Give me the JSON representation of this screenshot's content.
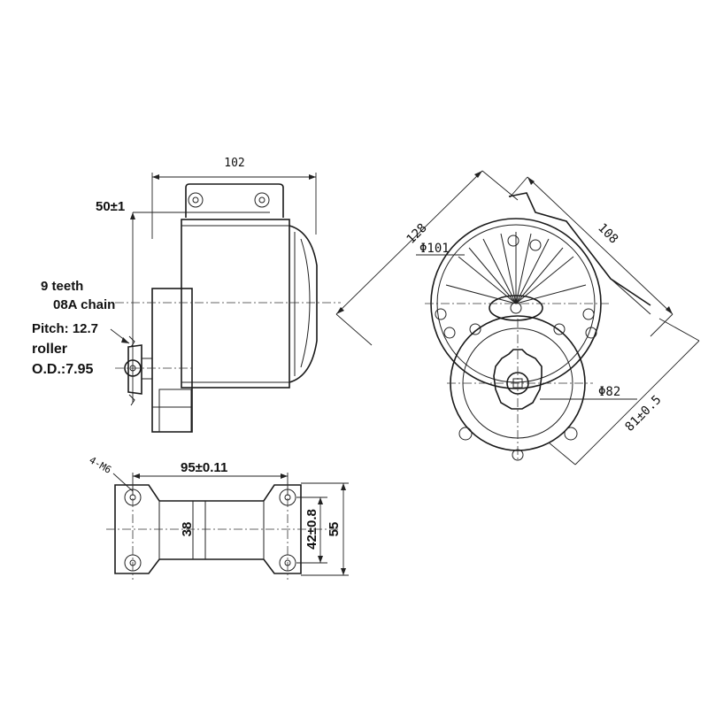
{
  "labels": {
    "dim_102": "102",
    "dim_50": "50±1",
    "teeth": "9 teeth",
    "chain": "08A chain",
    "pitch": "Pitch: 12.7",
    "roller": "roller",
    "od": "O.D.:7.95",
    "dim_128": "128",
    "dim_108": "108",
    "phi_101": "Φ101",
    "phi_82": "Φ82",
    "dim_81": "81±0.5",
    "holes": "4-M6",
    "dim_95": "95±0.11",
    "dim_38": "38",
    "dim_42": "42±0.8",
    "dim_55": "55"
  }
}
